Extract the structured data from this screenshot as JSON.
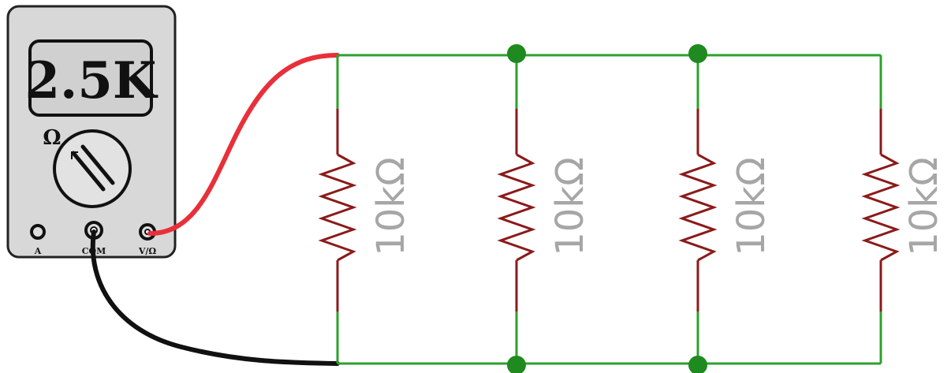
{
  "multimeter": {
    "display_value": "2.5K",
    "dial_symbol": "Ω",
    "ports": [
      {
        "label": "A"
      },
      {
        "label": "COM"
      },
      {
        "label": "V/Ω"
      }
    ]
  },
  "resistors": [
    {
      "label": "10kΩ"
    },
    {
      "label": "10kΩ"
    },
    {
      "label": "10kΩ"
    },
    {
      "label": "10kΩ"
    }
  ],
  "colors": {
    "wire_green": "#2ea02e",
    "resistor_body": "#8b1a1a",
    "lead_red": "#e8303a",
    "lead_black": "#111111",
    "meter_body": "#d8d8d8",
    "label_gray": "#a6a6a6"
  }
}
